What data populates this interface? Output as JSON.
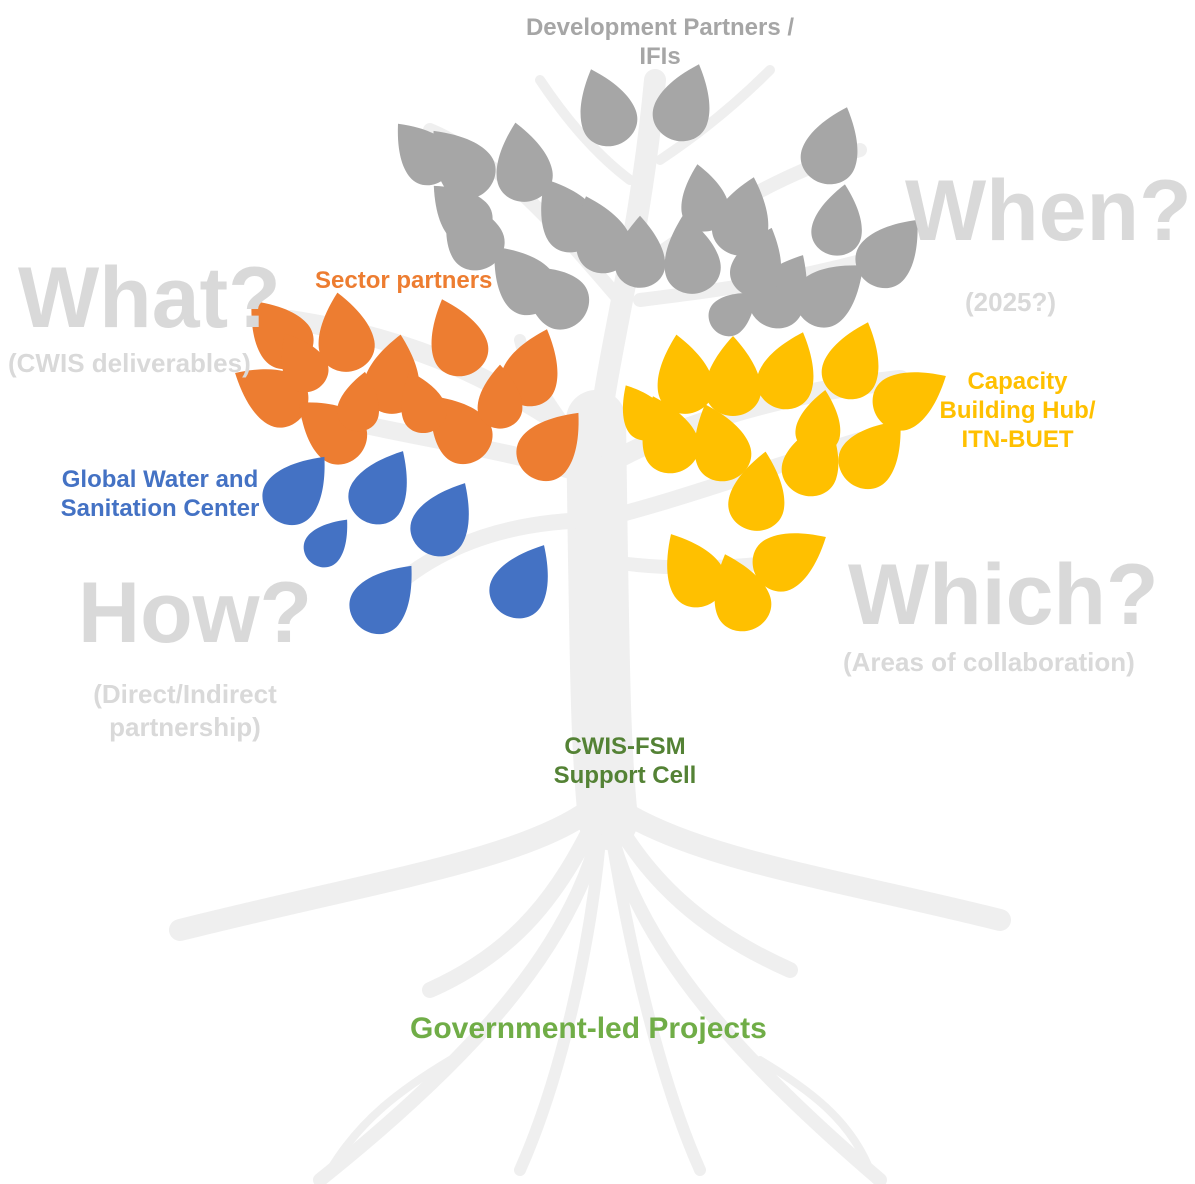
{
  "colors": {
    "tree": "#efefef",
    "question_text": "#d9d9d9",
    "development_partners": "#a6a6a6",
    "sector_partners": "#ed7d31",
    "global_water": "#4472c4",
    "capacity_building": "#ffc000",
    "support_cell": "#548235",
    "government": "#70ad47"
  },
  "labels": {
    "development_partners": [
      "Development Partners /",
      "IFIs"
    ],
    "sector_partners": "Sector partners",
    "global_water": [
      "Global Water and",
      "Sanitation Center"
    ],
    "capacity_building": [
      "Capacity",
      "Building Hub/",
      "ITN-BUET"
    ],
    "support_cell": [
      "CWIS-FSM",
      "Support Cell"
    ],
    "government": "Government-led Projects"
  },
  "questions": {
    "what": {
      "title": "What?",
      "subtitle": "(CWIS deliverables)"
    },
    "when": {
      "title": "When?",
      "subtitle": "(2025?)"
    },
    "how": {
      "title": "How?",
      "subtitle": [
        "(Direct/Indirect",
        "partnership)"
      ]
    },
    "which": {
      "title": "Which?",
      "subtitle": "(Areas of collaboration)"
    }
  },
  "leaf_groups": [
    {
      "name": "development-partners",
      "color_key": "development_partners",
      "count": 22
    },
    {
      "name": "sector-partners",
      "color_key": "sector_partners",
      "count": 13
    },
    {
      "name": "global-water",
      "color_key": "global_water",
      "count": 6
    },
    {
      "name": "capacity-building",
      "color_key": "capacity_building",
      "count": 15
    }
  ]
}
